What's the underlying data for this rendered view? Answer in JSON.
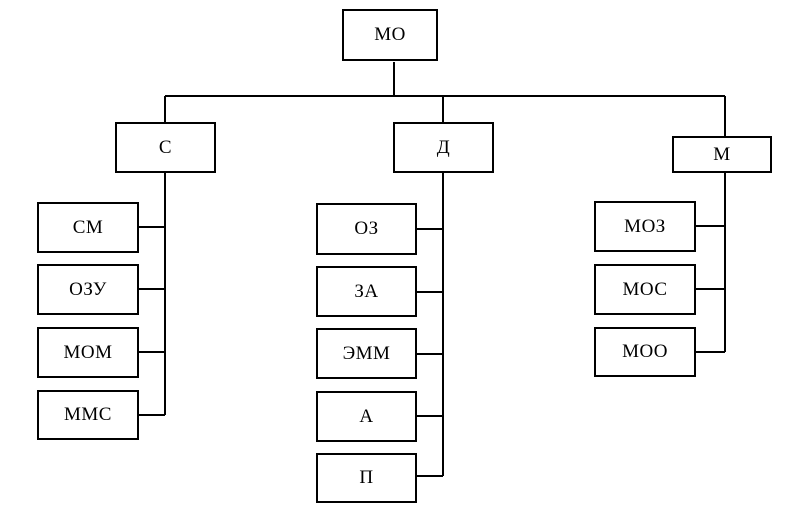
{
  "root": {
    "label": "МО"
  },
  "branches": [
    {
      "label": "С",
      "children": [
        "СМ",
        "ОЗУ",
        "МОМ",
        "ММС"
      ]
    },
    {
      "label": "Д",
      "children": [
        "ОЗ",
        "ЗА",
        "ЭММ",
        "А",
        "П"
      ]
    },
    {
      "label": "М",
      "children": [
        "МОЗ",
        "МОС",
        "МОО"
      ]
    }
  ]
}
